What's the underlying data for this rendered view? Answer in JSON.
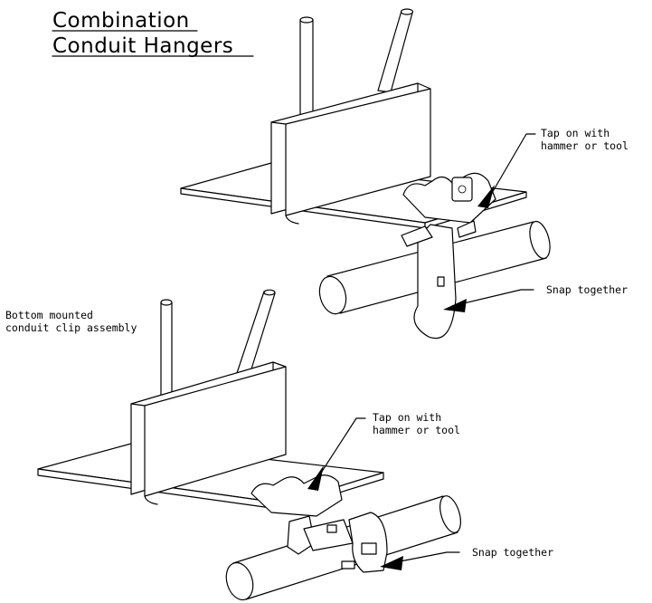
{
  "title": {
    "line1": "Combination",
    "line2": "Conduit Hangers"
  },
  "top_assembly": {
    "tap_label_line1": "Tap on with",
    "tap_label_line2": "hammer or tool",
    "snap_label": "Snap together"
  },
  "bottom_assembly": {
    "side_label_line1": "Bottom mounted",
    "side_label_line2": "conduit clip assembly",
    "tap_label_line1": "Tap on with",
    "tap_label_line2": "hammer or tool",
    "snap_label": "Snap together"
  },
  "colors": {
    "ink": "#000000",
    "paper": "#ffffff"
  }
}
